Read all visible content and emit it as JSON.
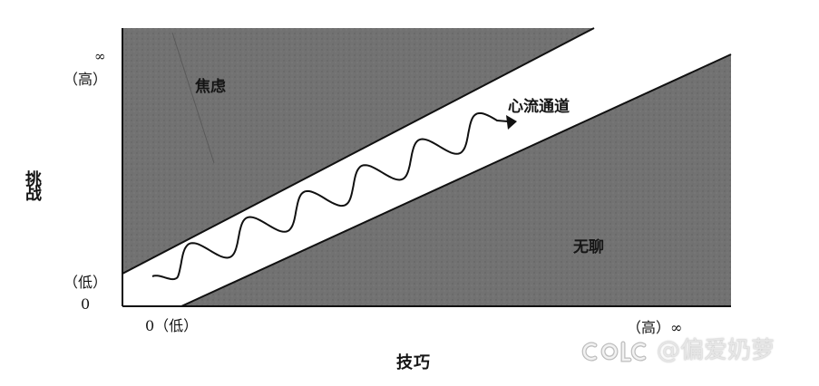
{
  "axes": {
    "y_label": "挑战",
    "x_label": "技巧",
    "y_high_symbol": "∞",
    "y_high": "（高）",
    "y_low": "（低）",
    "y_zero": "0",
    "x_zero_low": "0（低）",
    "x_high_inf": "（高）∞"
  },
  "regions": {
    "anxiety": "焦虑",
    "flow_channel": "心流通道",
    "boredom": "无聊"
  },
  "colors": {
    "region_fill": "#6f6f6f",
    "channel_fill": "#ffffff",
    "line": "#111111"
  },
  "watermark": {
    "text": "@偏爱奶萝"
  }
}
